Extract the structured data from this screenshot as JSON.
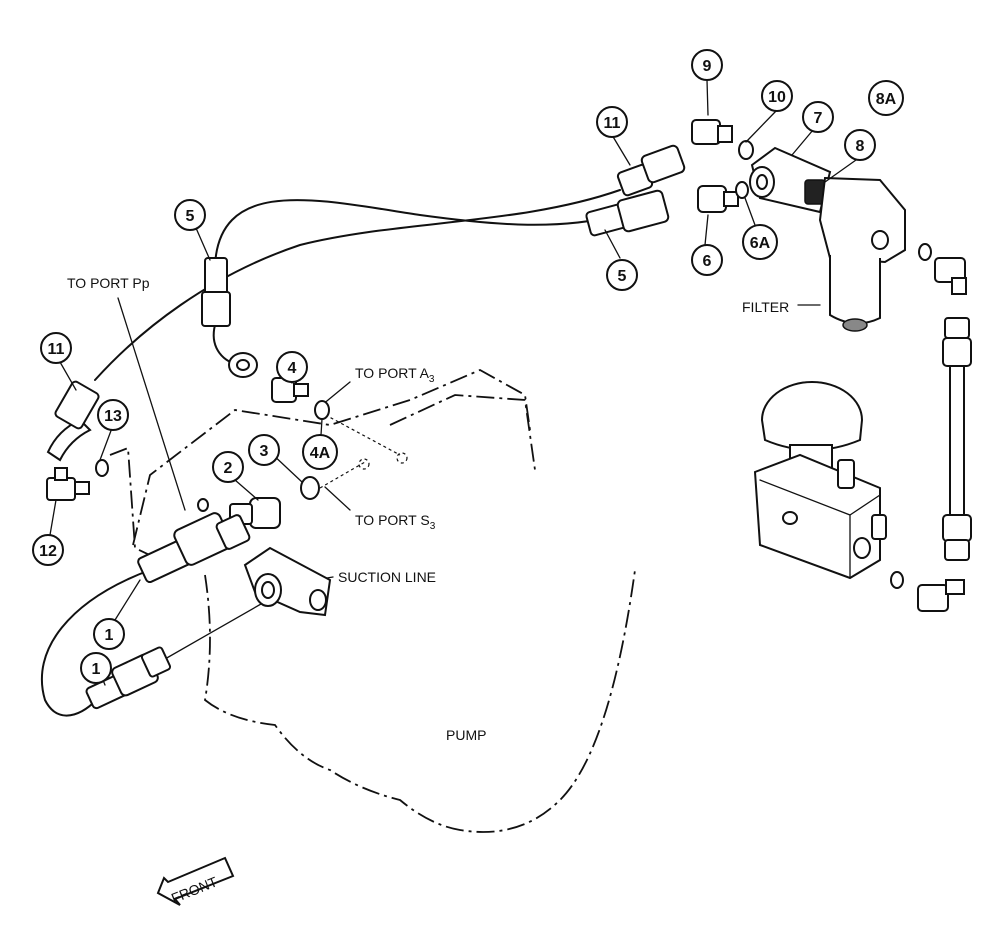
{
  "labels": {
    "to_port_pp": "TO PORT Pp",
    "to_port_a3_main": "TO PORT A",
    "to_port_a3_sub": "3",
    "to_port_s3_main": "TO PORT S",
    "to_port_s3_sub": "3",
    "suction_line": "SUCTION LINE",
    "filter": "FILTER",
    "pump": "PUMP",
    "front": "FRONT"
  },
  "callouts": [
    "1",
    "1",
    "2",
    "3",
    "4",
    "4A",
    "5",
    "5",
    "6",
    "6A",
    "7",
    "8",
    "8A",
    "9",
    "10",
    "11",
    "11",
    "12",
    "13"
  ]
}
